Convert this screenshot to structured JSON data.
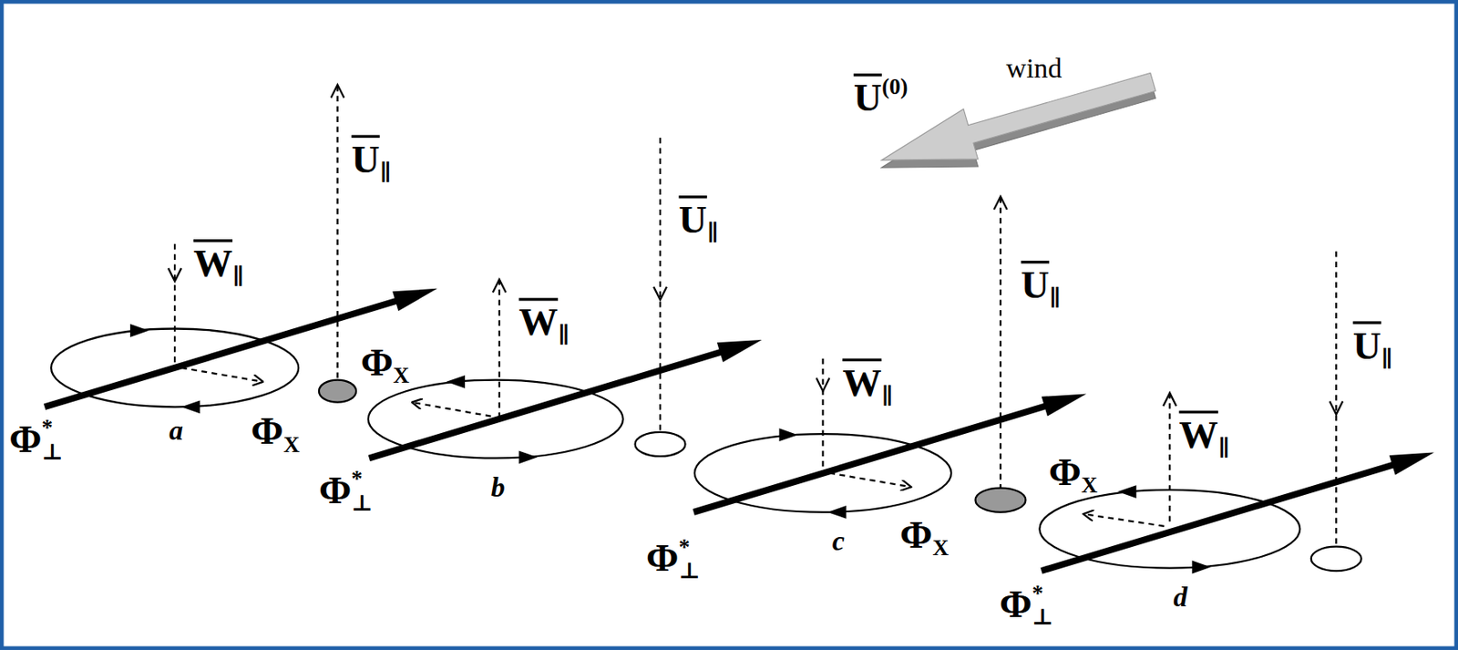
{
  "diagram": {
    "labels": [
      "U(0)",
      "wind",
      "W∥",
      "U∥",
      "ΦX",
      "Φ⊥*",
      "a",
      "W∥",
      "U∥",
      "ΦX",
      "Φ⊥*",
      "b",
      "W∥",
      "U∥",
      "ΦX",
      "Φ⊥*",
      "c",
      "W∥",
      "U∥",
      "ΦX",
      "Φ⊥*",
      "d"
    ]
  }
}
